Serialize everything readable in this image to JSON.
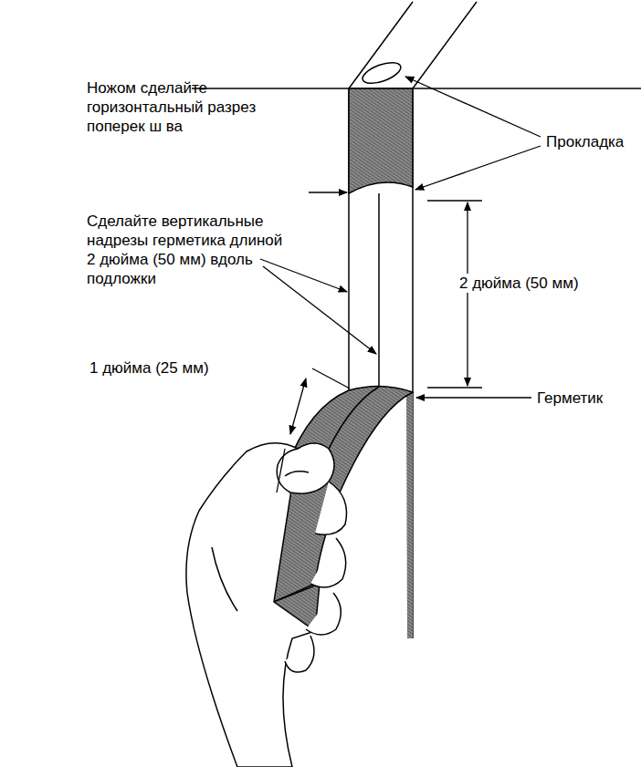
{
  "diagram": {
    "labels": [
      "Ножом сделайте горизонтальный разрез поперек ш ва",
      "Прокладка",
      "Сделайте вертикальные надрезы герметика длиной 2 дюйма (50 мм) вдоль подложки",
      "2 дюйма (50 мм)",
      "1 дюйма (25 мм)",
      "Герметик"
    ]
  }
}
